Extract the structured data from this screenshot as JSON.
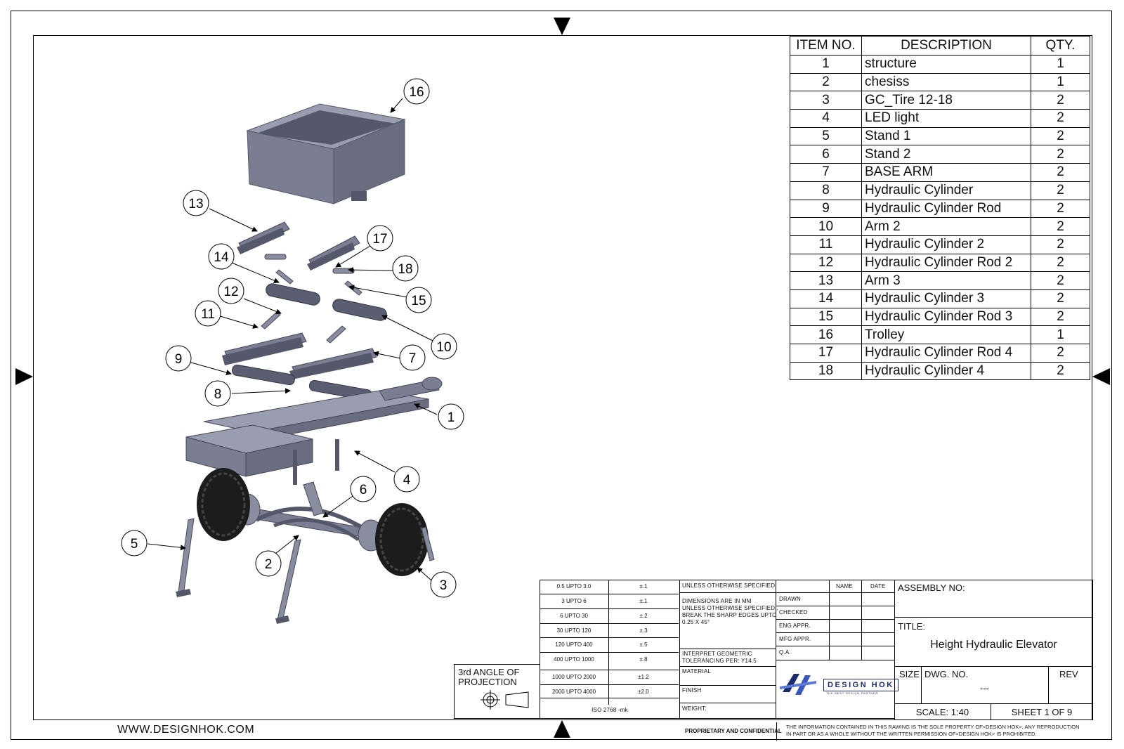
{
  "bom": {
    "headers": [
      "ITEM NO.",
      "DESCRIPTION",
      "QTY."
    ],
    "rows": [
      [
        "1",
        "structure",
        "1"
      ],
      [
        "2",
        "chesiss",
        "1"
      ],
      [
        "3",
        "GC_Tire 12-18",
        "2"
      ],
      [
        "4",
        "LED light",
        "2"
      ],
      [
        "5",
        "Stand 1",
        "2"
      ],
      [
        "6",
        "Stand 2",
        "2"
      ],
      [
        "7",
        "BASE ARM",
        "2"
      ],
      [
        "8",
        "Hydraulic Cylinder",
        "2"
      ],
      [
        "9",
        "Hydraulic Cylinder Rod",
        "2"
      ],
      [
        "10",
        "Arm 2",
        "2"
      ],
      [
        "11",
        "Hydraulic Cylinder 2",
        "2"
      ],
      [
        "12",
        "Hydraulic Cylinder Rod 2",
        "2"
      ],
      [
        "13",
        "Arm 3",
        "2"
      ],
      [
        "14",
        "Hydraulic Cylinder 3",
        "2"
      ],
      [
        "15",
        "Hydraulic Cylinder Rod 3",
        "2"
      ],
      [
        "16",
        "Trolley",
        "1"
      ],
      [
        "17",
        "Hydraulic Cylinder Rod 4",
        "2"
      ],
      [
        "18",
        "Hydraulic Cylinder 4",
        "2"
      ]
    ]
  },
  "balloons": [
    "16",
    "13",
    "17",
    "14",
    "18",
    "12",
    "15",
    "11",
    "10",
    "9",
    "7",
    "8",
    "1",
    "4",
    "6",
    "5",
    "2",
    "3"
  ],
  "tolerances": [
    [
      "0.5 UPTO 3.0",
      "±.1"
    ],
    [
      "3 UPTO 6",
      "±.1"
    ],
    [
      "6 UPTO 30",
      "±.2"
    ],
    [
      "30 UPTO 120",
      "±.3"
    ],
    [
      "120 UPTO 400",
      "±.5"
    ],
    [
      "400 UPTO 1000",
      "±.8"
    ],
    [
      "1000 UPTO 2000",
      "±1.2"
    ],
    [
      "2000 UPTO 4000",
      "±2.0"
    ]
  ],
  "tolerance_standard": "ISO 2768 -mk",
  "projection": {
    "line1": "3rd ANGLE OF",
    "line2": "PROJECTION"
  },
  "notes": {
    "unless": "UNLESS OTHERWISE SPECIFIED:",
    "dims1": "DIMENSIONS ARE IN MM",
    "dims2": "UNLESS OTHERWISE SPECIFIED ,",
    "dims3": "BREAK THE SHARP EDGES UPTO",
    "dims4": "0.25 X 45°",
    "geo1": "INTERPRET GEOMETRIC",
    "geo2": "TOLERANCING PER: Y14.5",
    "material": "MATERIAL",
    "finish": "FINISH",
    "weight": "WEIGHT:"
  },
  "approvals": {
    "name": "NAME",
    "date": "DATE",
    "rows": [
      "DRAWN",
      "CHECKED",
      "ENG APPR.",
      "MFG APPR.",
      "Q.A."
    ]
  },
  "title_block": {
    "assembly_no": "ASSEMBLY NO:",
    "title_label": "TITLE:",
    "title": "Height Hydraulic Elevator",
    "size": "SIZE",
    "dwg_no": "DWG.  NO.",
    "dwg_value": "---",
    "rev": "REV",
    "scale": "SCALE: 1:40",
    "sheet": "SHEET 1 OF 9"
  },
  "logo": {
    "name": "DESIGN HOK",
    "tagline": "THE BEST DESIGN PARTNER"
  },
  "footer": {
    "website": "WWW.DESIGNHOK.COM",
    "proprietary": "PROPRIETARY AND CONFIDENTIAL",
    "notice1": "THE INFORMATION CONTAINED IN THIS RAWING IS THE SOLE PROPERTY OF<DESIGN HOK>.  ANY REPRODUCTION",
    "notice2": "IN PART OR AS A WHOLE WITHOUT THE WRITTEN PERMISSION OF<DESIGN HOK> IS PROHIBITED."
  },
  "colors": {
    "part": "#7b7d92",
    "part_dark": "#55576a",
    "part_light": "#9a9cb0",
    "tire": "#1c1c1c"
  }
}
